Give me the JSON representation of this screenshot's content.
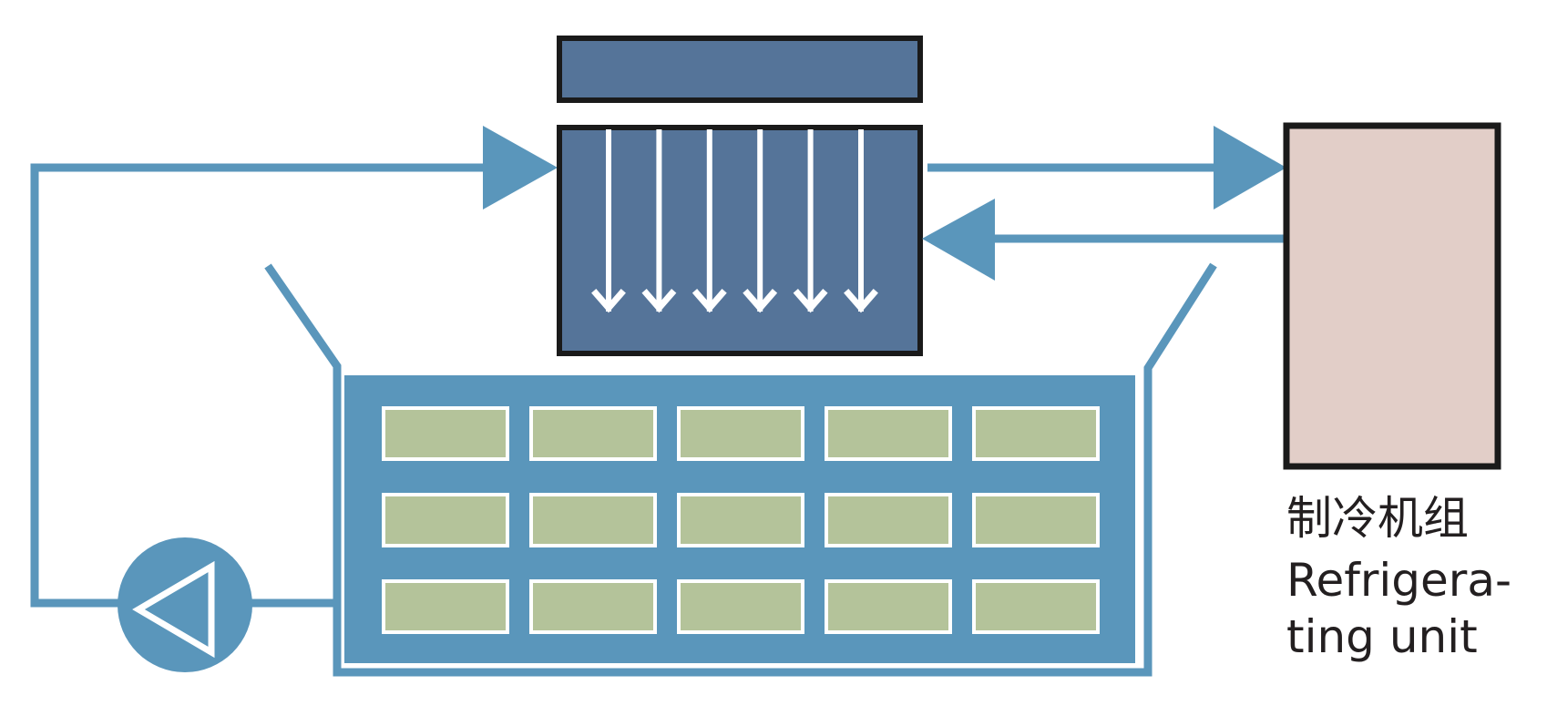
{
  "colors": {
    "background": "#ffffff",
    "pipe": "#5a96bb",
    "unit_dark_blue": "#557499",
    "unit_outline": "#1a1a1a",
    "refrigerating_unit_fill": "#e2cec8",
    "tank_fill": "#5a96bb",
    "tile_fill": "#b4c39a",
    "tile_border": "#ffffff",
    "flow_arrow": "#ffffff",
    "pump_fill": "#5a96bb",
    "label_text": "#231f20"
  },
  "icons": {
    "pump": "pump-triangle-icon",
    "flow_arrows": "down-arrow-icon"
  },
  "refrigerating_unit": {
    "label_cn": "制冷机组",
    "label_en_line1": "Refrigera-",
    "label_en_line2": "ting unit"
  },
  "tank": {
    "tile_rows": 3,
    "tile_cols": 5
  },
  "cooling_unit": {
    "down_arrow_count": 6
  }
}
